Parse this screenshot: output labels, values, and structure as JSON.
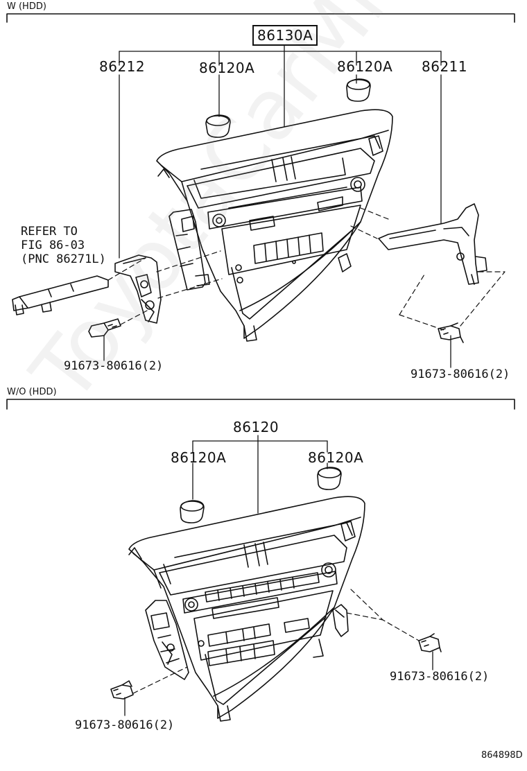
{
  "sections": {
    "top_label": "W (HDD)",
    "bottom_label": "W/O (HDD)"
  },
  "top_parts": {
    "assembly": "86130A",
    "bracket_left": "86212",
    "knob_left": "86120A",
    "knob_right": "86120A",
    "bracket_right": "86211",
    "bolt_left": "91673-80616(2)",
    "bolt_right": "91673-80616(2)",
    "refer_note": "REFER TO\nFIG 86-03\n(PNC 86271L)"
  },
  "bottom_parts": {
    "assembly": "86120",
    "knob_left": "86120A",
    "knob_right": "86120A",
    "bolt_right": "91673-80616(2)",
    "bolt_left": "91673-80616(2)"
  },
  "watermark": "ToyotaCarMine.ru",
  "figure_id": "864898D"
}
